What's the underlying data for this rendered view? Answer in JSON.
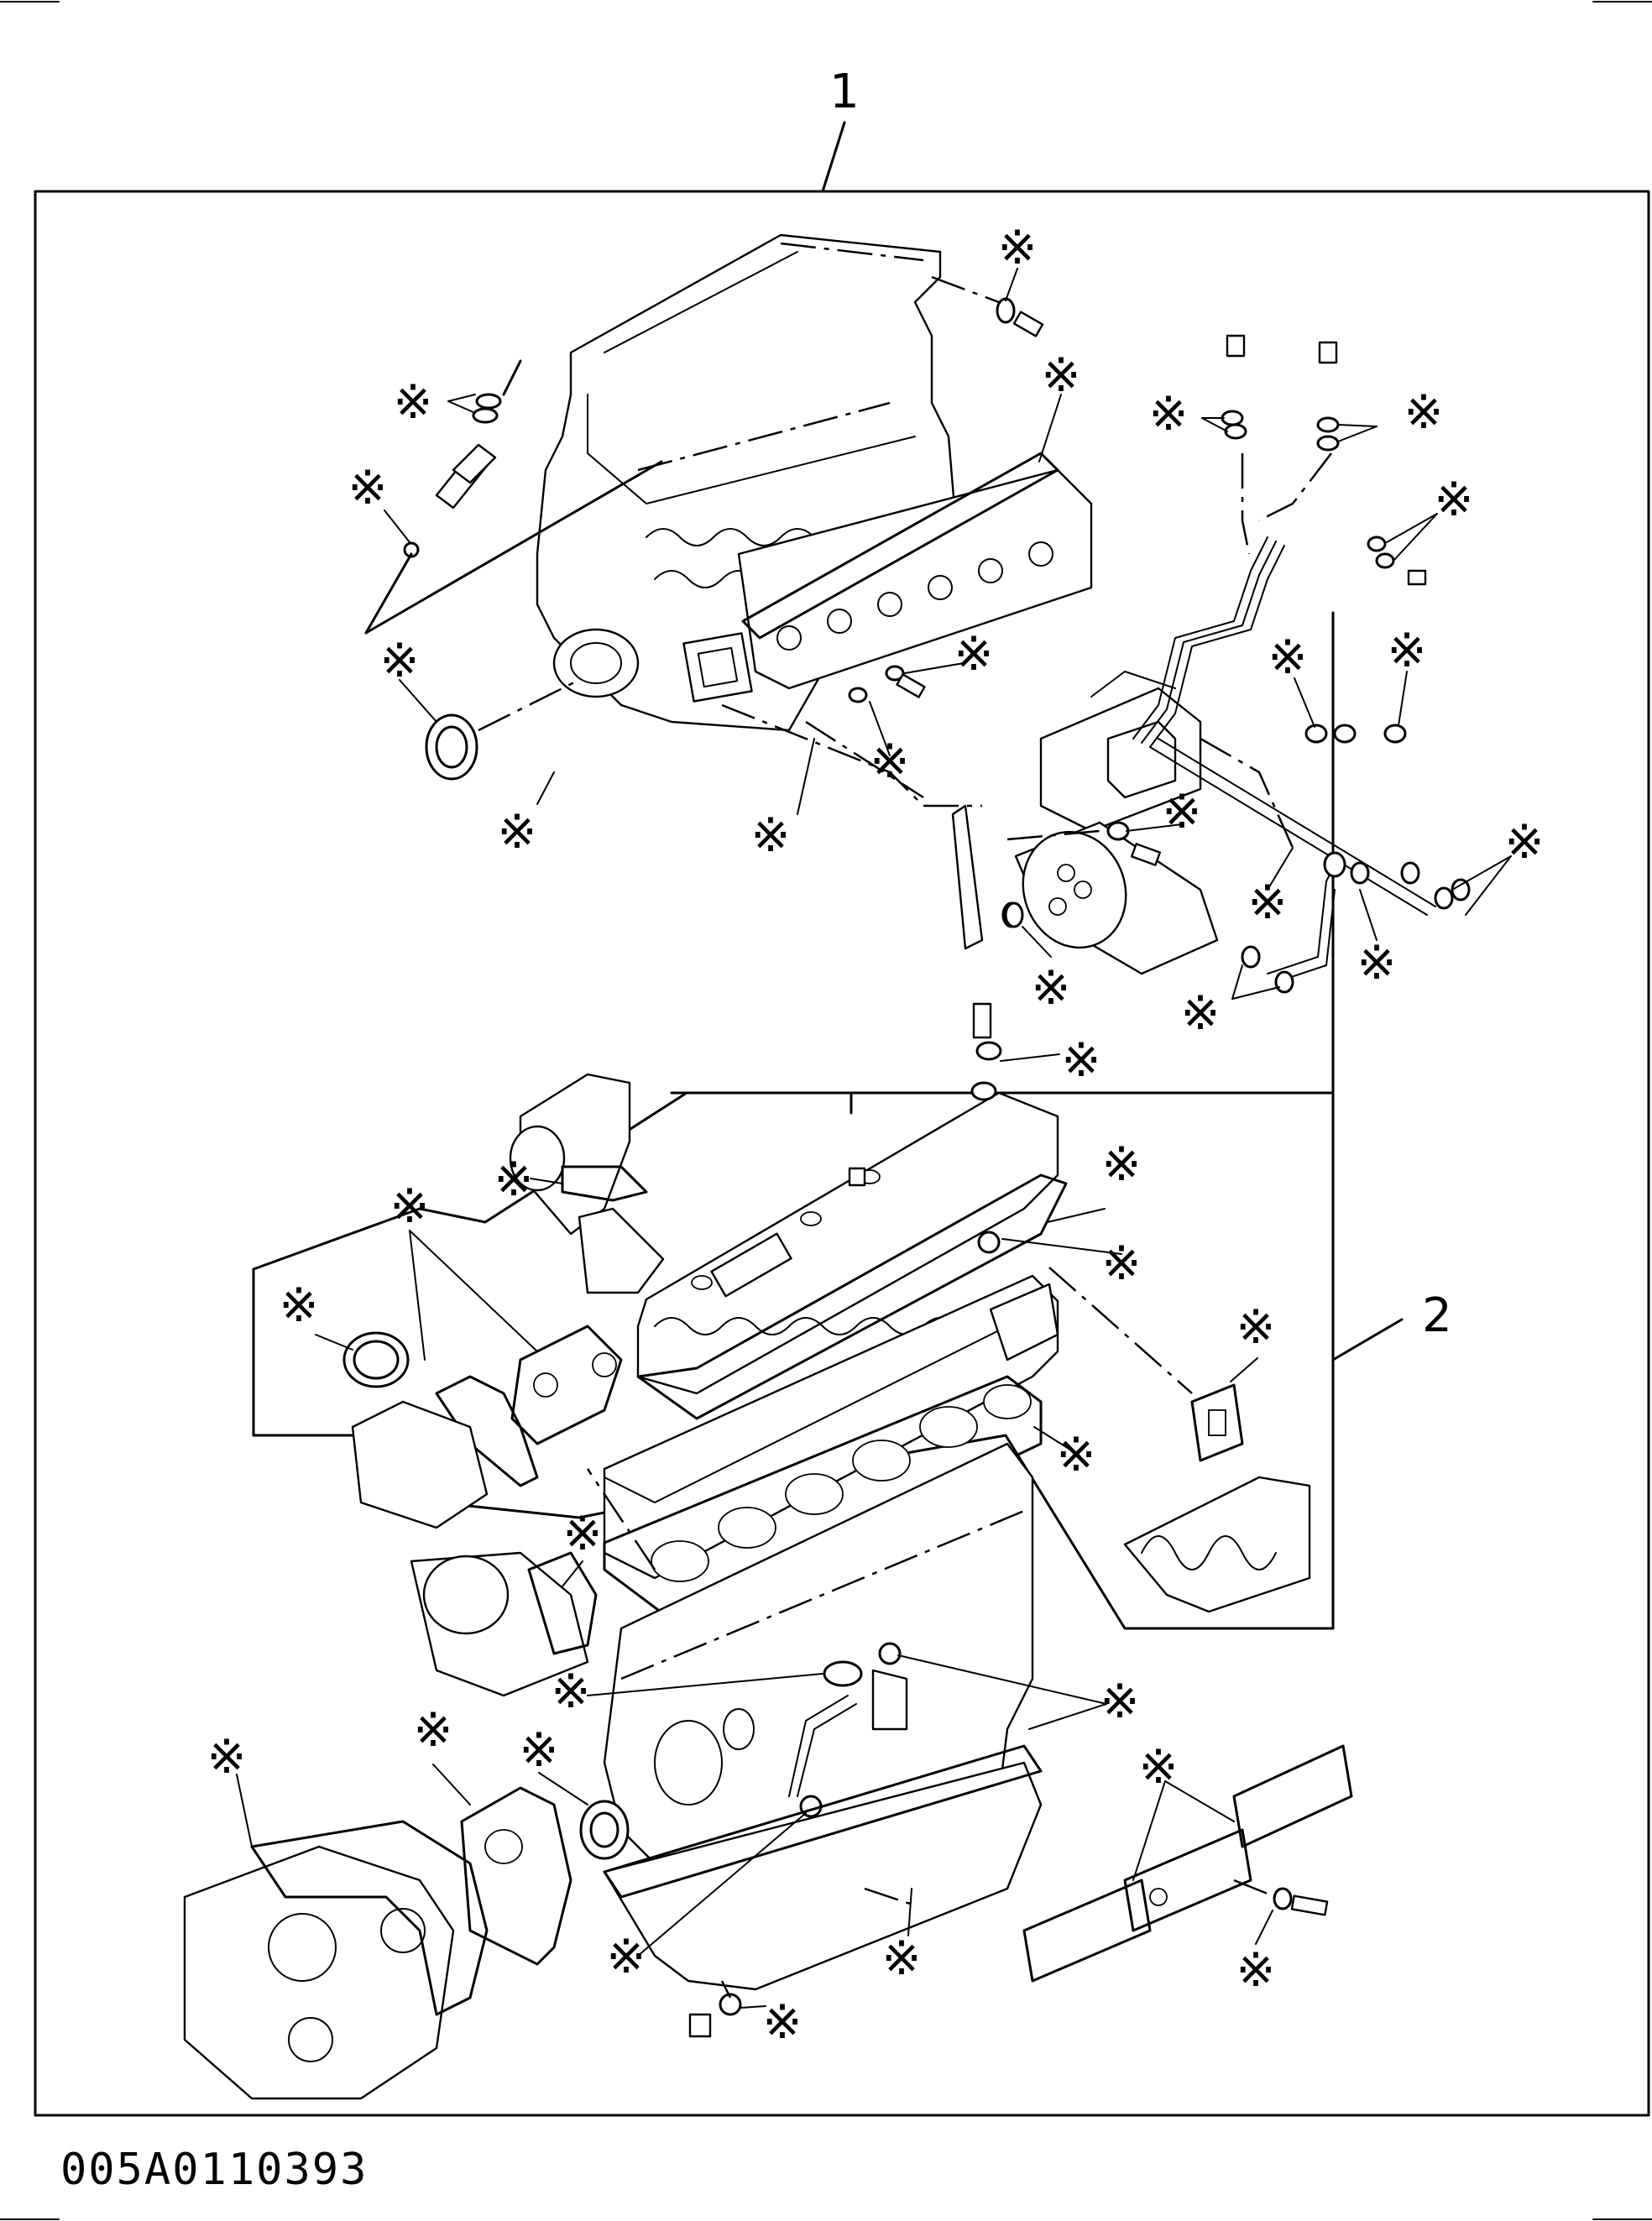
{
  "diagram": {
    "callout_1": "1",
    "callout_2": "2",
    "drawing_code": "005A0110393",
    "marker_glyph": "※",
    "marker_meaning_note": "",
    "line_color": "#000000",
    "background_color": "#ffffff"
  }
}
